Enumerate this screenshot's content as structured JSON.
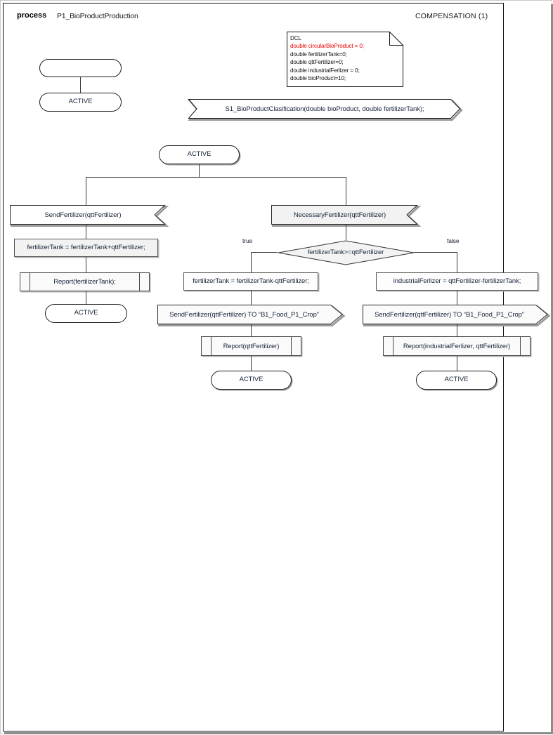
{
  "header": {
    "keyword": "process",
    "process_name": "P1_BioProductProduction",
    "compensation": "COMPENSATION (1)"
  },
  "note": {
    "title": "DCL",
    "highlight_color": "#ee0000",
    "lines": [
      "double circularBioProduct = 0;",
      "double fertilizerTank=0;",
      "double qttFertilizer=0;",
      "double industrialFerlizer = 0;",
      "double bioProduct=10;"
    ]
  },
  "nodes": {
    "start_empty": "",
    "active_1": "ACTIVE",
    "service_call": "S1_BioProductClasification(double bioProduct, double  fertilizerTank);",
    "active_2": "ACTIVE",
    "receive_left": "SendFertilizer(qttFertilizer)",
    "receive_right": "NecessaryFertilizer(qttFertilizer)",
    "assign_left": "fertilizerTank = fertilizerTank+qttFertilizer;",
    "report_left": "Report(fertilizerTank);",
    "active_left_end": "ACTIVE",
    "decision": "fertilizerTank>=qttFertilizer",
    "edge_true": "true",
    "edge_false": "false",
    "assign_true": "fertilizerTank = fertilizerTank-qttFertilizer;",
    "send_true": "SendFertilizer(qttFertilizer) TO “B1_Food_P1_Crop”",
    "report_true": "Report(qttFertilizer)",
    "active_true_end": "ACTIVE",
    "assign_false": "industrialFerlizer = qttFertilizer-fertilizerTank;",
    "send_false": "SendFertilizer(qttFertilizer) TO “B1_Food_P1_Crop”",
    "report_false": "Report(industrialFerlizer, qttFertilizer)",
    "active_false_end": "ACTIVE"
  }
}
